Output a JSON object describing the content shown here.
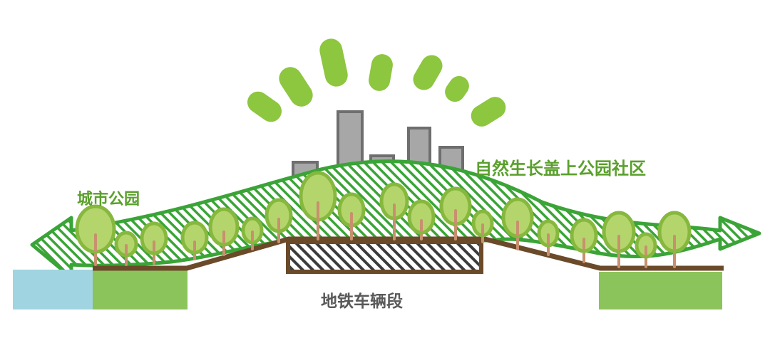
{
  "labels": {
    "city_park": "城市公园",
    "community": "自然生长盖上公园社区",
    "depot": "地铁车辆段"
  },
  "colors": {
    "green_dark": "#3aa437",
    "green_label": "#5aa02c",
    "green_ground": "#8bc45a",
    "tree_fill": "#b4d56c",
    "tree_outline": "#86b83e",
    "trunk": "#c8906e",
    "brown_ground": "#6b4a2a",
    "water": "#9fd4e0",
    "building_fill": "#a7a7a7",
    "building_stroke": "#6e6e6e",
    "sun_ray": "#8dc63f",
    "label_gray": "#595959"
  }
}
